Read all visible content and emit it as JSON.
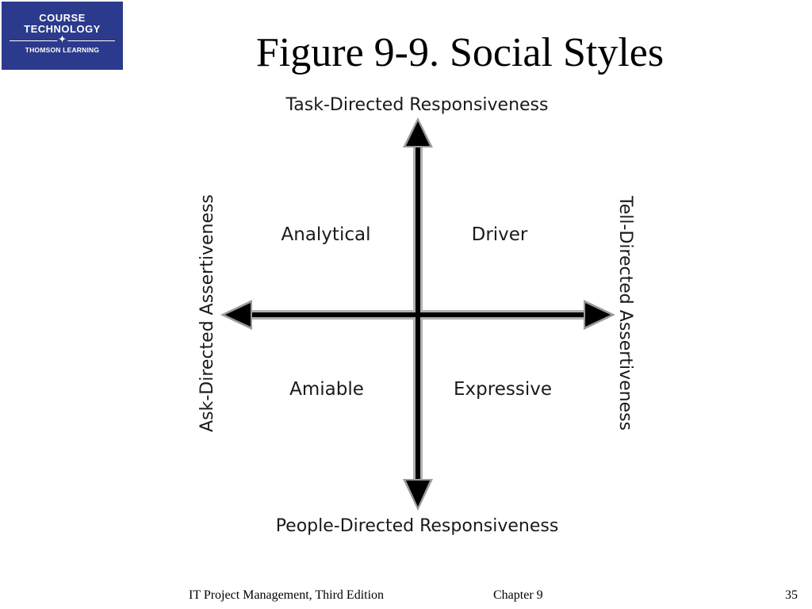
{
  "slide": {
    "title": "Figure 9-9. Social Styles"
  },
  "logo": {
    "line1": "COURSE",
    "line2": "TECHNOLOGY",
    "line3": "THOMSON LEARNING",
    "icon": "star-icon"
  },
  "diagram": {
    "top_label": "Task-Directed Responsiveness",
    "bottom_label": "People-Directed Responsiveness",
    "left_label": "Ask-Directed Assertiveness",
    "right_label": "Tell-Directed Assertiveness",
    "quadrants": {
      "top_left": "Analytical",
      "top_right": "Driver",
      "bottom_left": "Amiable",
      "bottom_right": "Expressive"
    }
  },
  "footer": {
    "left": "IT Project Management, Third Edition",
    "center": "Chapter 9",
    "page_number": "35"
  },
  "colors": {
    "logo_bg": "#2b3a8c",
    "axis": "#000000",
    "axis_shadow": "#aaaaaa",
    "label_text": "#1a1a1a"
  }
}
